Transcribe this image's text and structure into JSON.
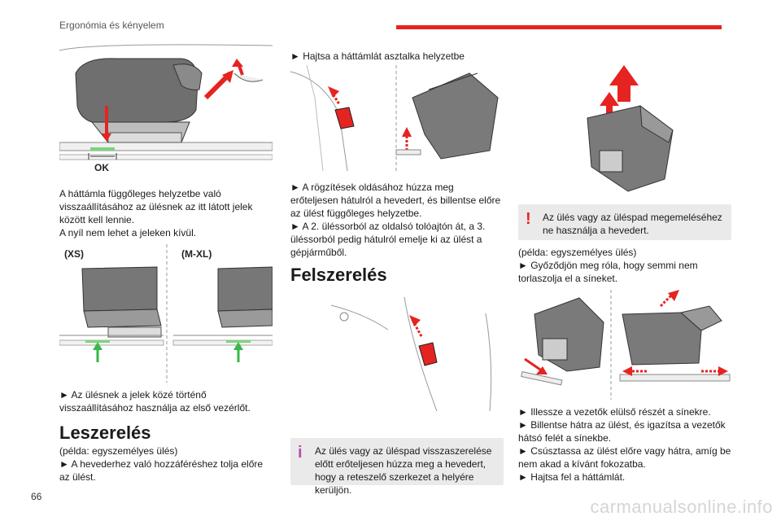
{
  "header": {
    "section": "Ergonómia és kényelem",
    "accent": "#e52421"
  },
  "page_number": "66",
  "watermark": "carmanualsonline.info",
  "col1": {
    "fig1_label": "OK",
    "para1": "A háttámla függőleges helyzetbe való visszaállításához az ülésnek az itt látott jelek között kell lennie.",
    "para2": "A nyíl nem lehet a jeleken kívül.",
    "fig2_label_left": "(XS)",
    "fig2_label_right": "(M-XL)",
    "para3": "► Az ülésnek a jelek közé történő visszaállításához használja az első vezérlőt.",
    "heading": "Leszerelés",
    "para4": "(példa: egyszemélyes ülés)",
    "para5": "► A hevederhez való hozzáféréshez tolja előre az ülést."
  },
  "col2": {
    "para1": "► Hajtsa a háttámlát asztalka helyzetbe",
    "para2": "► A rögzítések oldásához húzza meg erőteljesen hátulról a hevedert, és billentse előre az ülést függőleges helyzetbe.",
    "para3": "► A 2. üléssorból az oldalsó tolóajtón át, a 3. üléssorból pedig hátulról emelje ki az ülést a gépjárműből.",
    "heading": "Felszerelés",
    "note": "Az ülés vagy az üléspad visszaszerelése előtt erőteljesen húzza meg a hevedert, hogy a reteszelő szerkezet a helyére kerüljön."
  },
  "col3": {
    "warn": "Az ülés vagy az üléspad megemeléséhez ne használja a hevedert.",
    "para1": "(példa: egyszemélyes ülés)",
    "para2": "► Győződjön meg róla, hogy semmi nem torlaszolja el a síneket.",
    "para3": "► Illessze a vezetők elülső részét a sínekre.",
    "para4": "► Billentse hátra az ülést, és igazítsa a vezetők hátsó felét a sínekbe.",
    "para5": "► Csúsztassa az ülést előre vagy hátra, amíg be nem akad a kívánt fokozatba.",
    "para6": "► Hajtsa fel a háttámlát."
  },
  "icons": {
    "info": "info-icon",
    "warning": "exclamation-icon"
  }
}
